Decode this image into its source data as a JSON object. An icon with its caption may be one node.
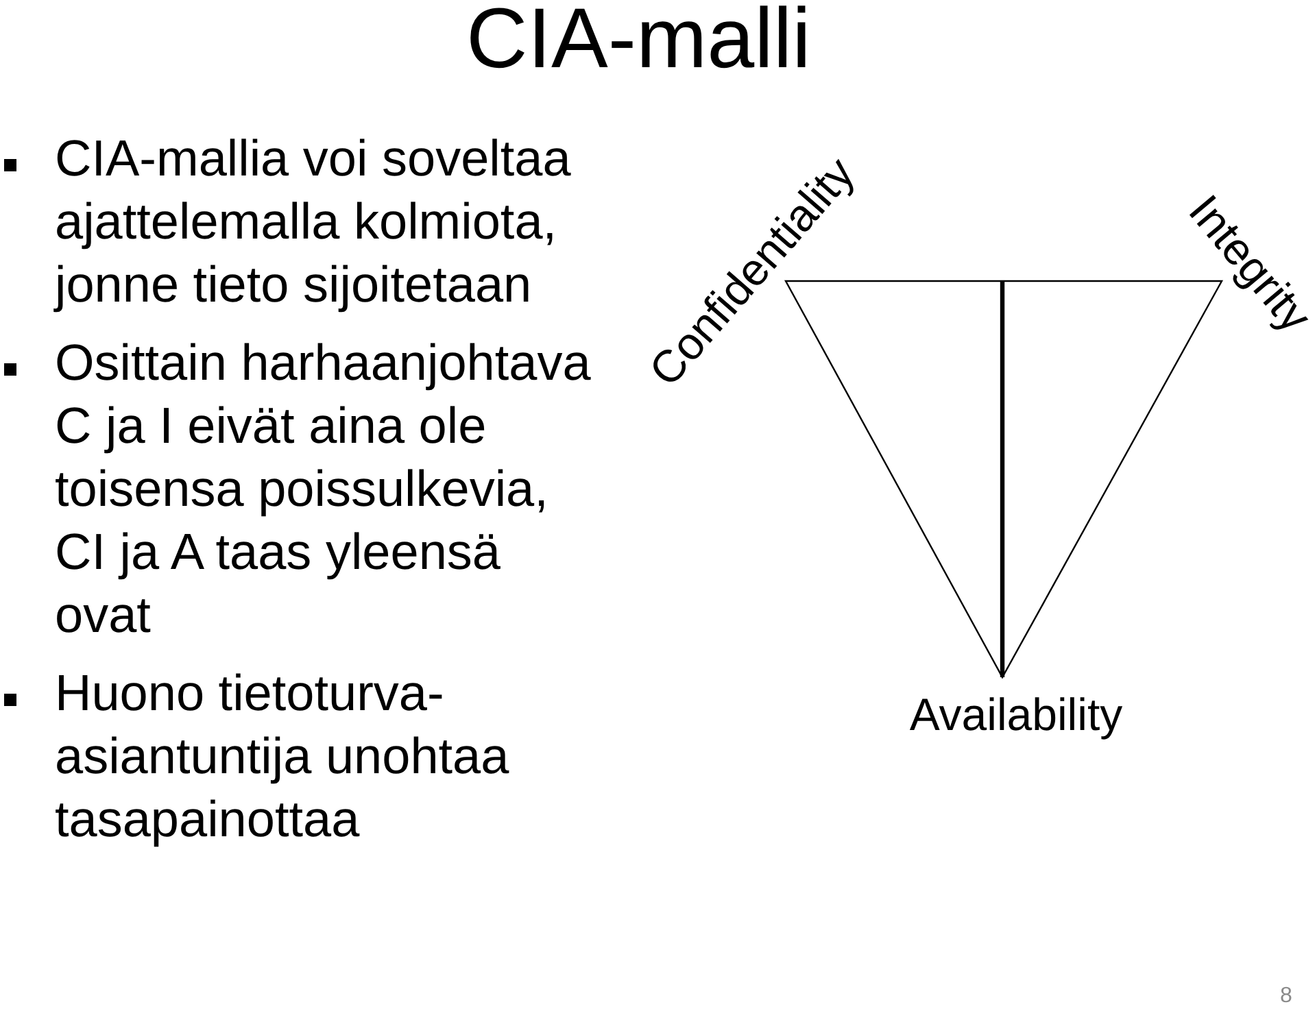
{
  "diagram": {
    "title": "CIA-malli",
    "labels": [
      "CIA-mallia voi soveltaa ajattelemalla kolmiota, jonne tieto sijoitetaan",
      "Osittain harhaanjohtava",
      "C ja I eivät aina ole toisensa poissulkevia, CI ja A taas yleensä ovat",
      "Huono tietoturva-asiantuntija unohtaa tasapainottaa",
      "Confidentiality",
      "Integrity",
      "Availability",
      "8"
    ]
  }
}
